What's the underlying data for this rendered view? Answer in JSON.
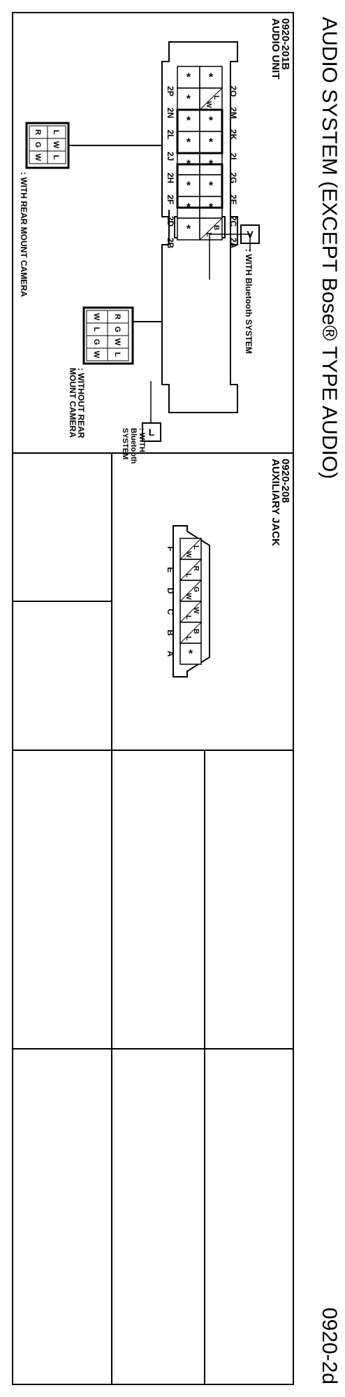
{
  "page": {
    "title": "AUDIO SYSTEM (EXCEPT Bose® TYPE AUDIO)",
    "page_code": "0920-2d"
  },
  "connectors": {
    "audio_unit": {
      "code": "0920-201B",
      "name": "AUDIO UNIT",
      "pin_labels_top": [
        "2O",
        "2M",
        "2K",
        "2I",
        "2G",
        "2E",
        "2C",
        "2A"
      ],
      "pin_labels_bottom": [
        "2P",
        "2N",
        "2L",
        "2J",
        "2H",
        "2F",
        "2D",
        "2B"
      ],
      "row_top": [
        "*",
        "L/W",
        "*",
        "*",
        "*",
        "*",
        "*",
        "B/L"
      ],
      "row_bottom": [
        "*",
        "*",
        "*",
        "*",
        "*",
        "*",
        "*",
        "*"
      ]
    },
    "aux_jack": {
      "code": "0920-208",
      "name": "AUXILIARY JACK",
      "pin_labels": [
        "F",
        "E",
        "D",
        "C",
        "B",
        "A"
      ],
      "cells": [
        "L/W",
        "R/L",
        "G/W",
        "W/L",
        "B/L",
        "*"
      ]
    }
  },
  "annotations": {
    "bluetooth_box": "V",
    "bluetooth_note": ": WITH Bluetooth SYSTEM",
    "bluetooth2_box": "L",
    "bluetooth2_note_line1": ": WITH",
    "bluetooth2_note_line2": "Bluetooth",
    "bluetooth2_note_line3": "SYSTEM",
    "rear_cam_note": ": WITH REAR MOUNT CAMERA",
    "no_cam_note_line1": ": WITHOUT REAR",
    "no_cam_note_line2": "MOUNT CAMERA",
    "rear_cam_cells": [
      "R",
      "L",
      "G",
      "W",
      "W",
      "L"
    ],
    "no_cam_cells": [
      "W",
      "R",
      "L",
      "G",
      "G",
      "W",
      "W",
      "L"
    ]
  }
}
